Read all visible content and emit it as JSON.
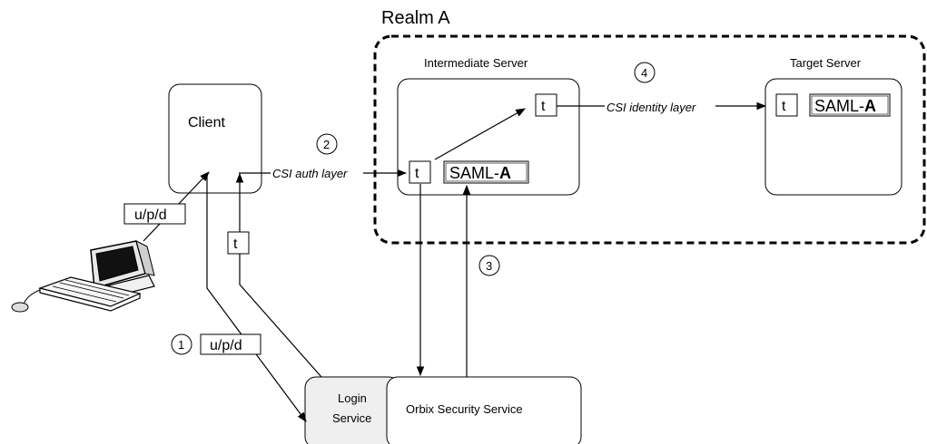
{
  "realm": {
    "title": "Realm A"
  },
  "nodes": {
    "client": "Client",
    "intermediate_server": "Intermediate Server",
    "target_server": "Target Server",
    "login_service_line1": "Login",
    "login_service_line2": "Service",
    "security_service": "Orbix Security Service"
  },
  "tokens": {
    "credentials": "u/p/d",
    "token": "t",
    "saml_prefix": "SAML-",
    "saml_realm": "A"
  },
  "edge_labels": {
    "csi_auth": "CSI auth layer",
    "csi_identity": "CSI identity layer"
  },
  "steps": [
    "1",
    "2",
    "3",
    "4"
  ]
}
